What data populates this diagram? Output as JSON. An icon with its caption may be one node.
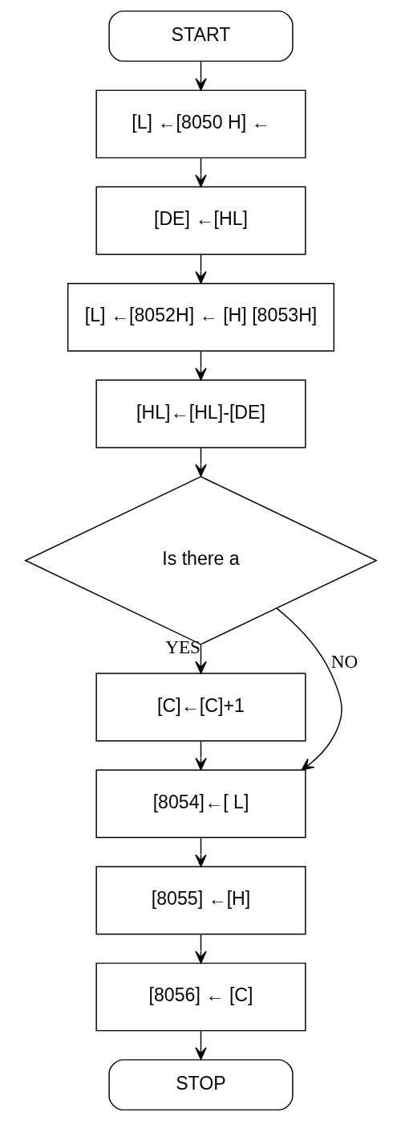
{
  "diagram": {
    "nodes": [
      {
        "text": [
          "START"
        ]
      },
      {
        "text": [
          "[L] ←[8050 H] ←"
        ]
      },
      {
        "text": [
          "[DE] ←[HL]"
        ]
      },
      {
        "text": [
          "[L] ←[8052H] ← [H] [8053H]"
        ]
      },
      {
        "text": [
          "[HL]←[HL]-[DE]"
        ]
      },
      {
        "text": [
          "Is there a"
        ]
      },
      {
        "text": [
          "[C]←[C]+1"
        ]
      },
      {
        "text": [
          "[8054]←[ L]"
        ]
      },
      {
        "text": [
          "[8055] ←[H]"
        ]
      },
      {
        "text": [
          "[8056] ← [C]"
        ]
      },
      {
        "text": [
          "STOP"
        ]
      }
    ],
    "edges": [
      {
        "from": 0,
        "to": 1,
        "arrow": "to"
      },
      {
        "from": 1,
        "to": 2,
        "arrow": "to"
      },
      {
        "from": 2,
        "to": 3,
        "arrow": "to"
      },
      {
        "from": 3,
        "to": 4,
        "arrow": "to"
      },
      {
        "from": 4,
        "to": 5,
        "arrow": "to"
      },
      {
        "from": 5,
        "to": 6,
        "arrow": "to",
        "label": "YES"
      },
      {
        "from": 5,
        "to": 7,
        "arrow": "to",
        "label": "NO"
      },
      {
        "from": 6,
        "to": 7,
        "arrow": "to"
      },
      {
        "from": 7,
        "to": 8,
        "arrow": "to"
      },
      {
        "from": 8,
        "to": 9,
        "arrow": "to"
      },
      {
        "from": 9,
        "to": 10,
        "arrow": "to"
      }
    ]
  }
}
